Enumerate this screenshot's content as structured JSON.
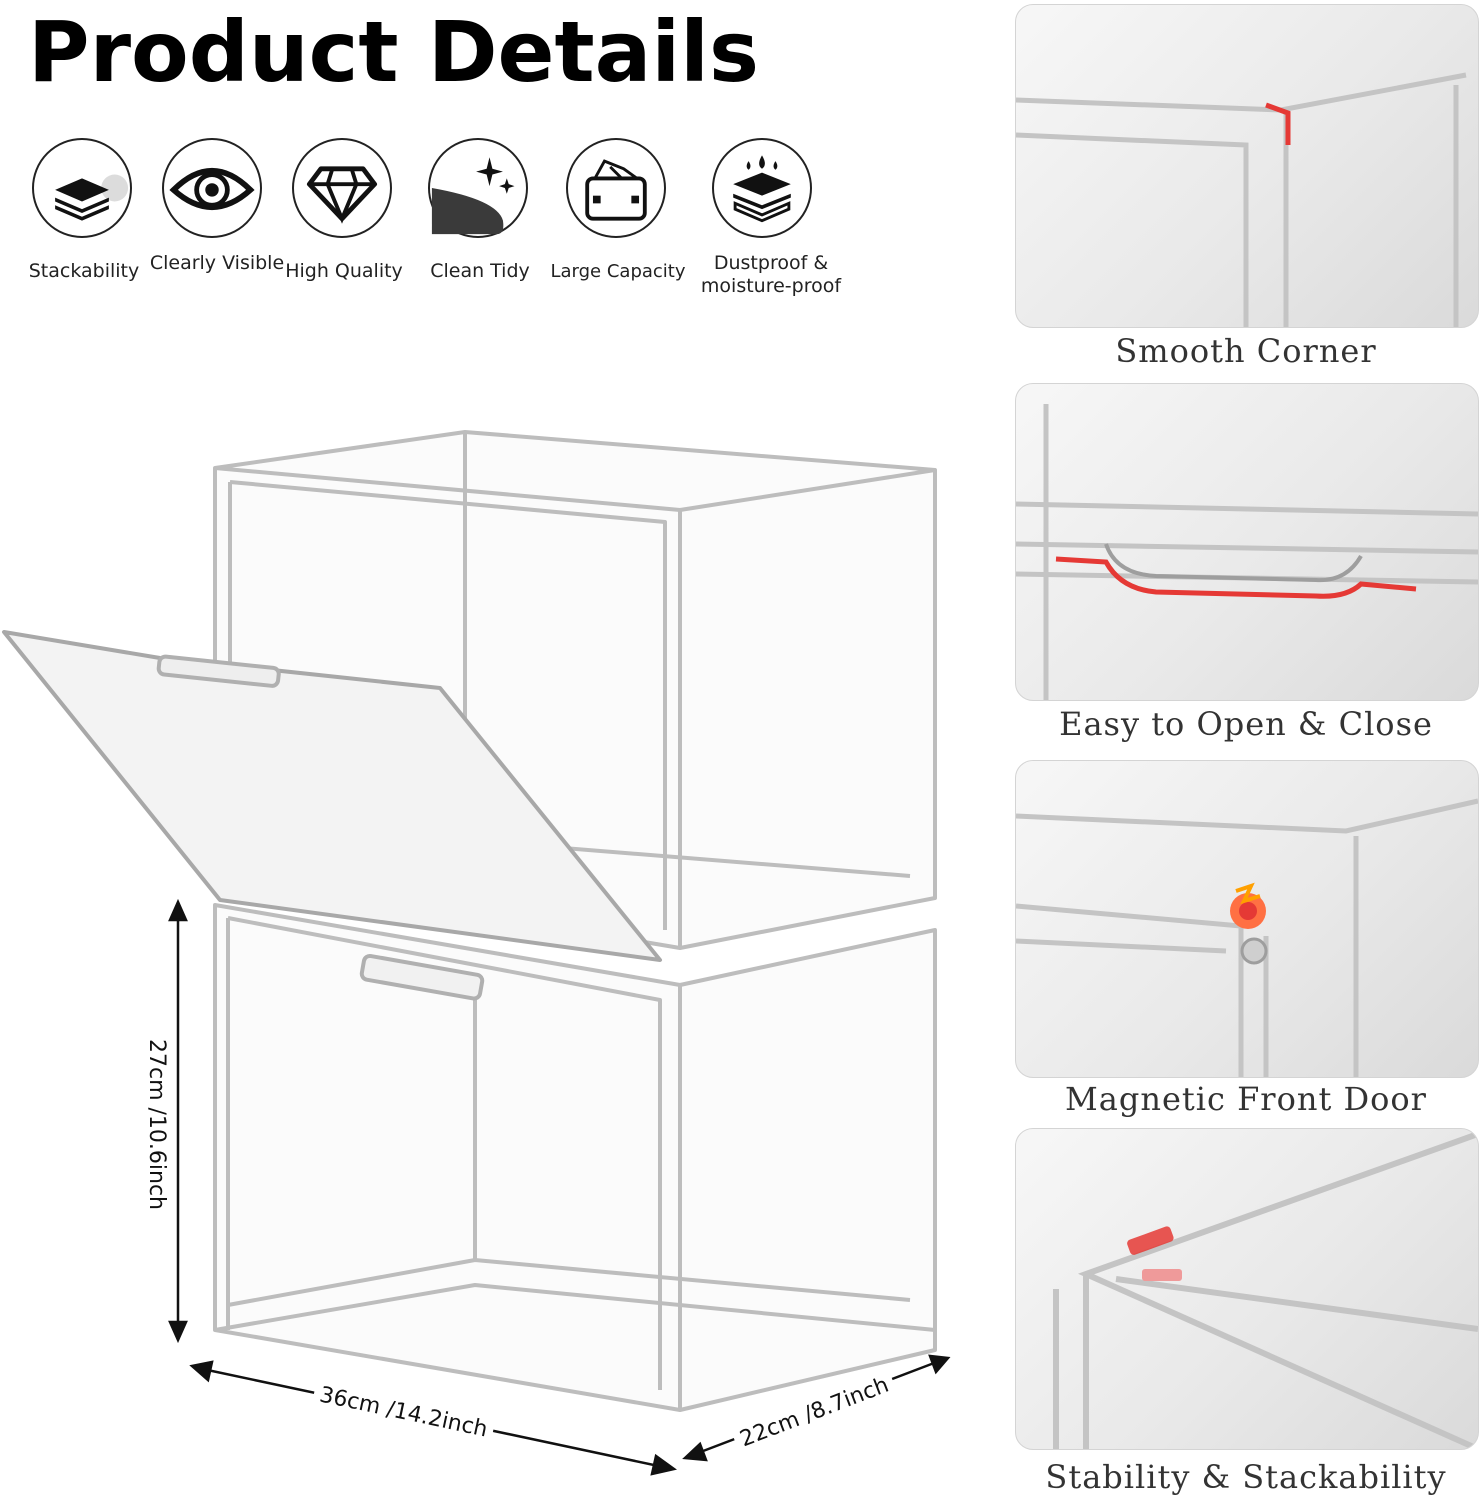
{
  "header": {
    "title": "Product Details"
  },
  "features": [
    {
      "label": "Stackability",
      "icon": "stack-layers-icon"
    },
    {
      "label": "Clearly Visible",
      "icon": "eye-icon"
    },
    {
      "label": "High Quality",
      "icon": "diamond-icon"
    },
    {
      "label": "Clean Tidy",
      "icon": "sparkle-surface-icon"
    },
    {
      "label": "Large Capacity",
      "icon": "box-capacity-icon"
    },
    {
      "label": "Dustproof & moisture-proof",
      "icon": "moisture-layers-icon"
    }
  ],
  "dimensions": {
    "height": "27cm /10.6inch",
    "width": "36cm /14.2inch",
    "depth": "22cm /8.7inch"
  },
  "details": [
    {
      "caption": "Smooth Corner"
    },
    {
      "caption": "Easy to Open & Close"
    },
    {
      "caption": "Magnetic Front Door"
    },
    {
      "caption": "Stability & Stackability"
    }
  ],
  "colors": {
    "highlight": "#e53935",
    "frame": "#bdbdbd",
    "text": "#111111"
  }
}
